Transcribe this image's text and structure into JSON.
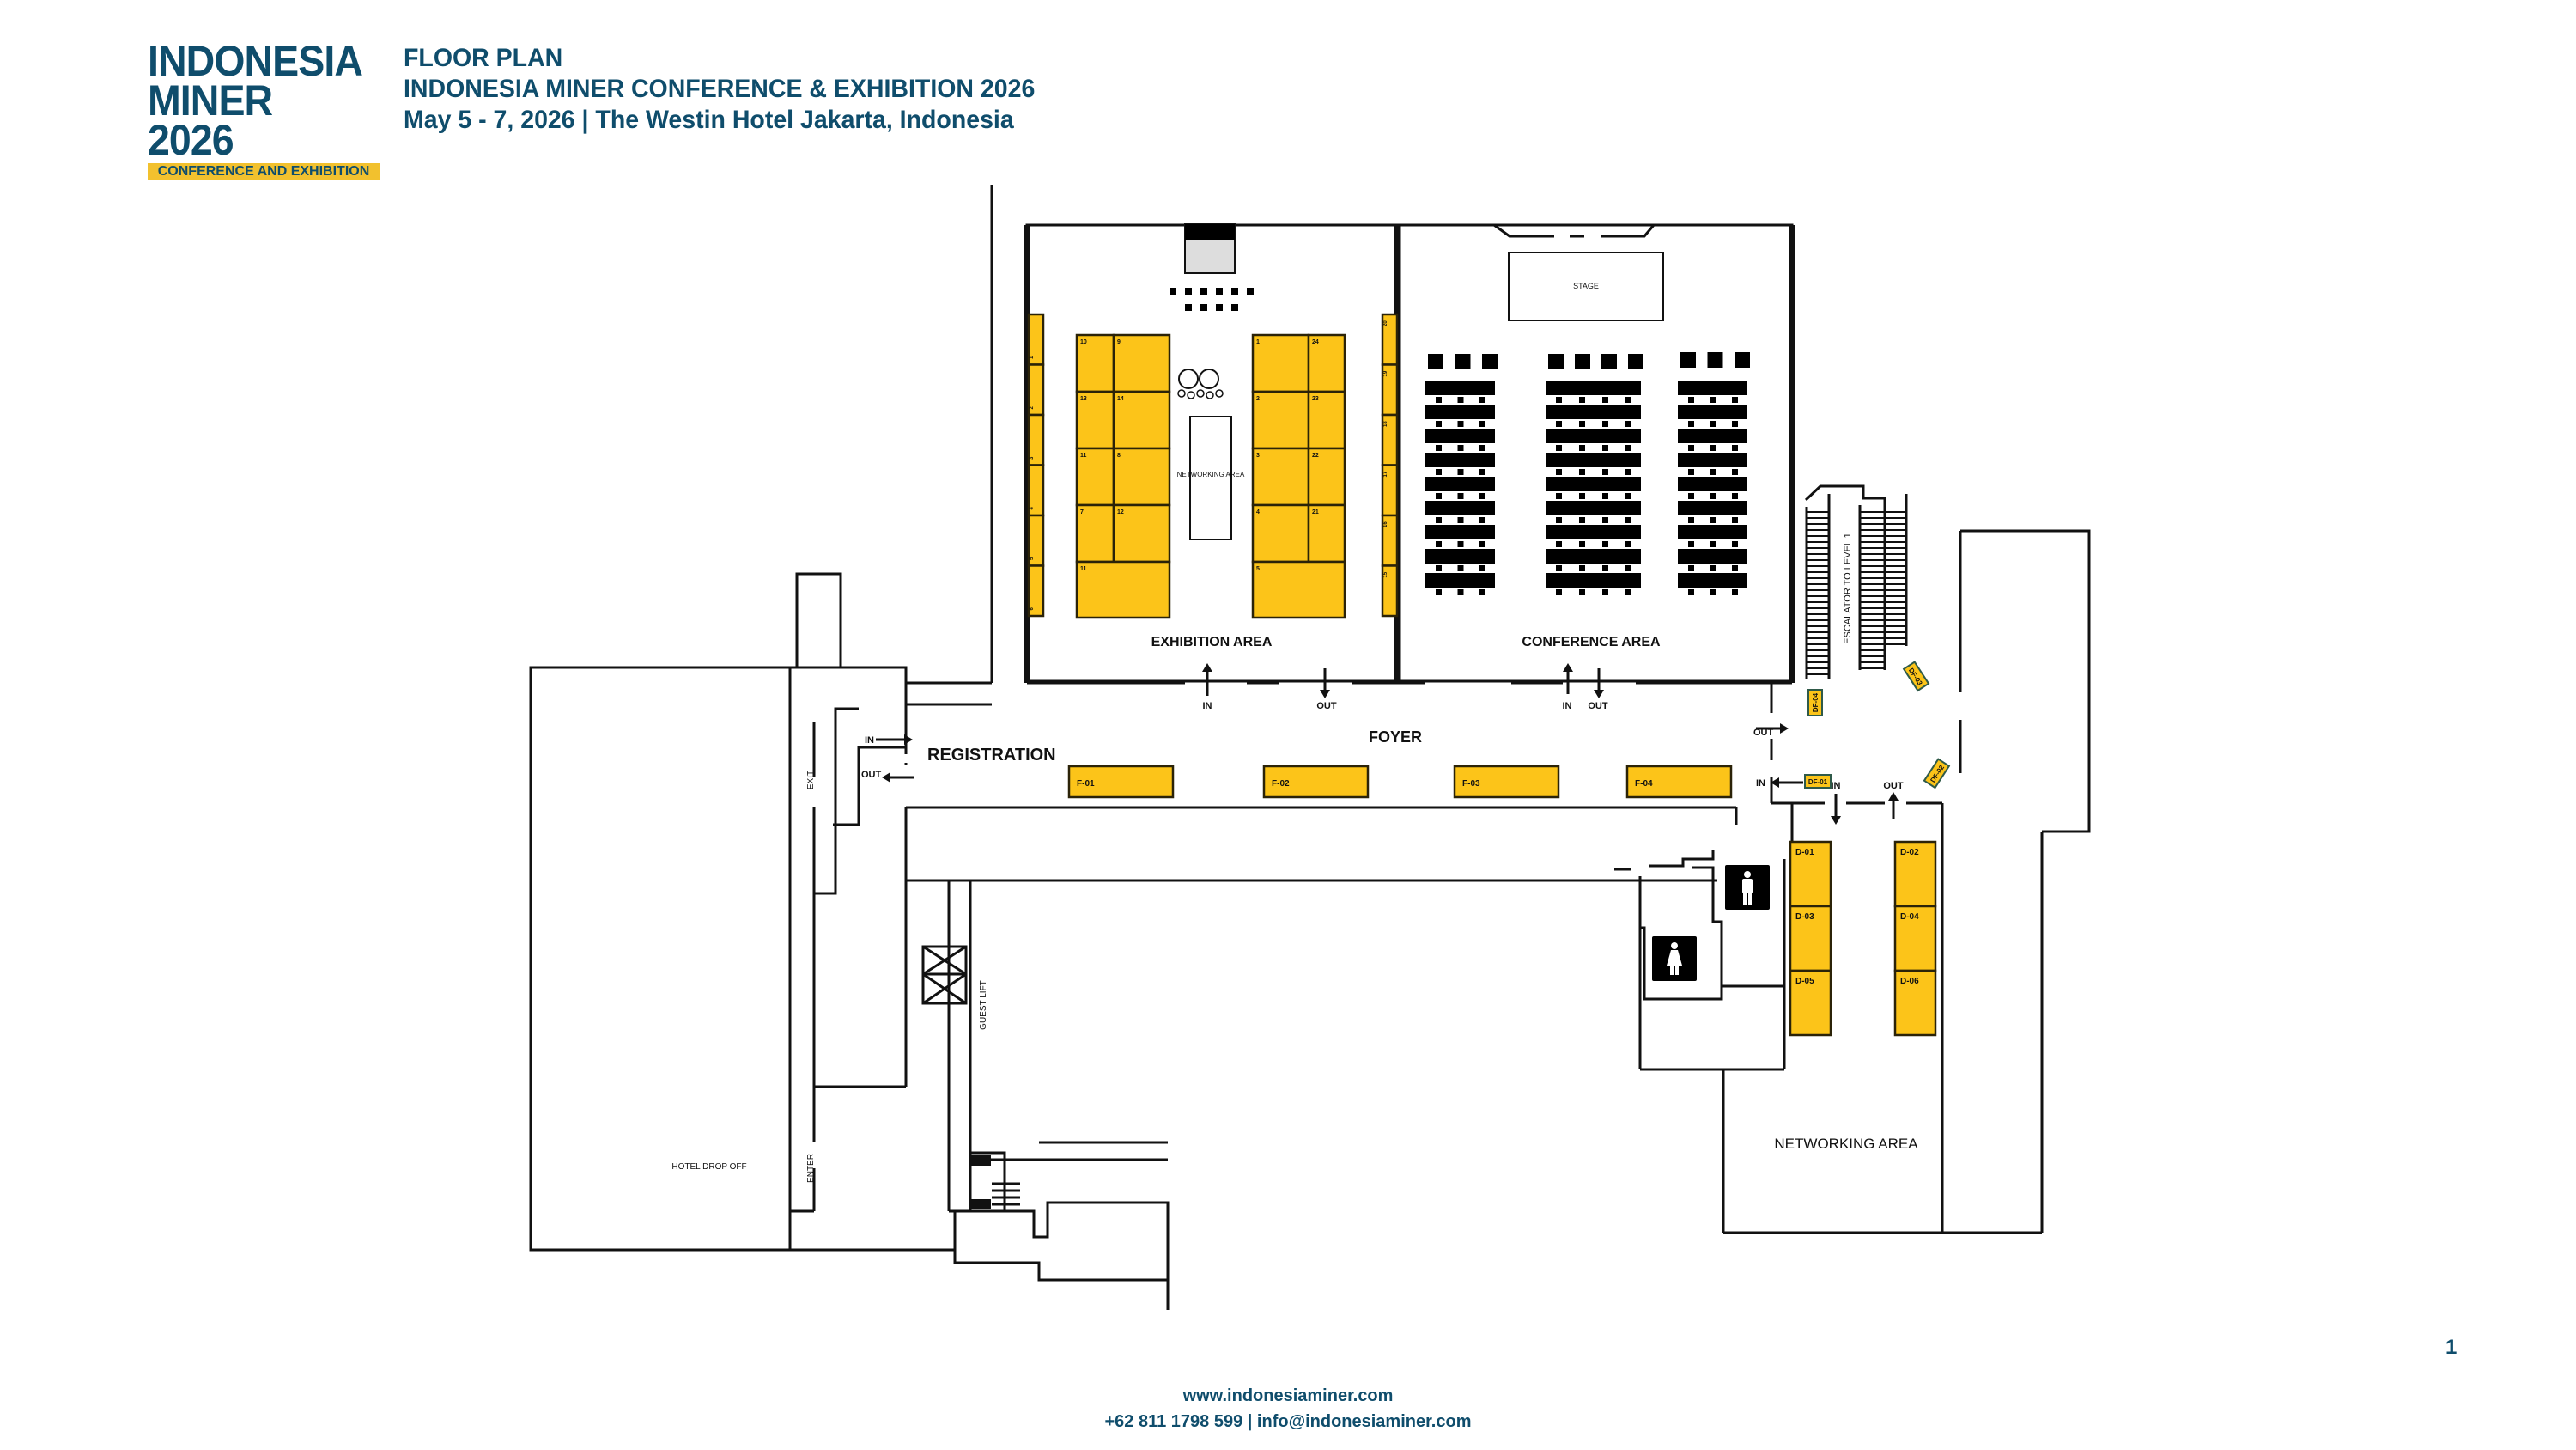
{
  "logo": {
    "line1": "INDONESIA",
    "line2": "MINER 2026",
    "tagline": "CONFERENCE AND EXHIBITION"
  },
  "header": {
    "title": "FLOOR PLAN",
    "event": "INDONESIA MINER CONFERENCE & EXHIBITION 2026",
    "dates_venue": "May 5 - 7, 2026 | The Westin Hotel Jakarta, Indonesia"
  },
  "colors": {
    "brand_blue": "#0f4d6c",
    "booth_yellow": "#fcc419",
    "wall": "#111111"
  },
  "areas": {
    "exhibition": "EXHIBITION AREA",
    "conference": "CONFERENCE AREA",
    "foyer": "FOYER",
    "registration": "REGISTRATION",
    "networking_small": "NETWORKING AREA",
    "networking_large": "NETWORKING AREA",
    "stage": "STAGE",
    "escalator": "ESCALATOR TO LEVEL 1",
    "hotel_drop_off": "HOTEL DROP OFF",
    "guest_lift": "GUEST LIFT",
    "exit": "EXIT",
    "enter": "ENTER"
  },
  "flow": {
    "in": "IN",
    "out": "OUT"
  },
  "booths": {
    "exhibition_left": [
      "10",
      "9",
      "13",
      "14",
      "11",
      "8",
      "7",
      "12",
      "11"
    ],
    "exhibition_right": [
      "1",
      "24",
      "2",
      "23",
      "3",
      "22",
      "4",
      "21",
      "5"
    ],
    "wall_left": [
      "1",
      "2",
      "3",
      "4",
      "5",
      "6"
    ],
    "wall_right": [
      "20",
      "19",
      "18",
      "17",
      "16",
      "15"
    ],
    "foyer": [
      "F-01",
      "F-02",
      "F-03",
      "F-04"
    ],
    "d_left": [
      "D-01",
      "D-03",
      "D-05"
    ],
    "d_right": [
      "D-02",
      "D-04",
      "D-06"
    ],
    "df": [
      "DF-01",
      "DF-02",
      "DF-03",
      "DF-04"
    ]
  },
  "restrooms": {
    "male_icon": "male-restroom-icon",
    "female_icon": "female-restroom-icon"
  },
  "footer": {
    "website": "www.indonesiaminer.com",
    "contact": "+62 811 1798 599 | info@indonesiaminer.com"
  },
  "page_number": "1"
}
